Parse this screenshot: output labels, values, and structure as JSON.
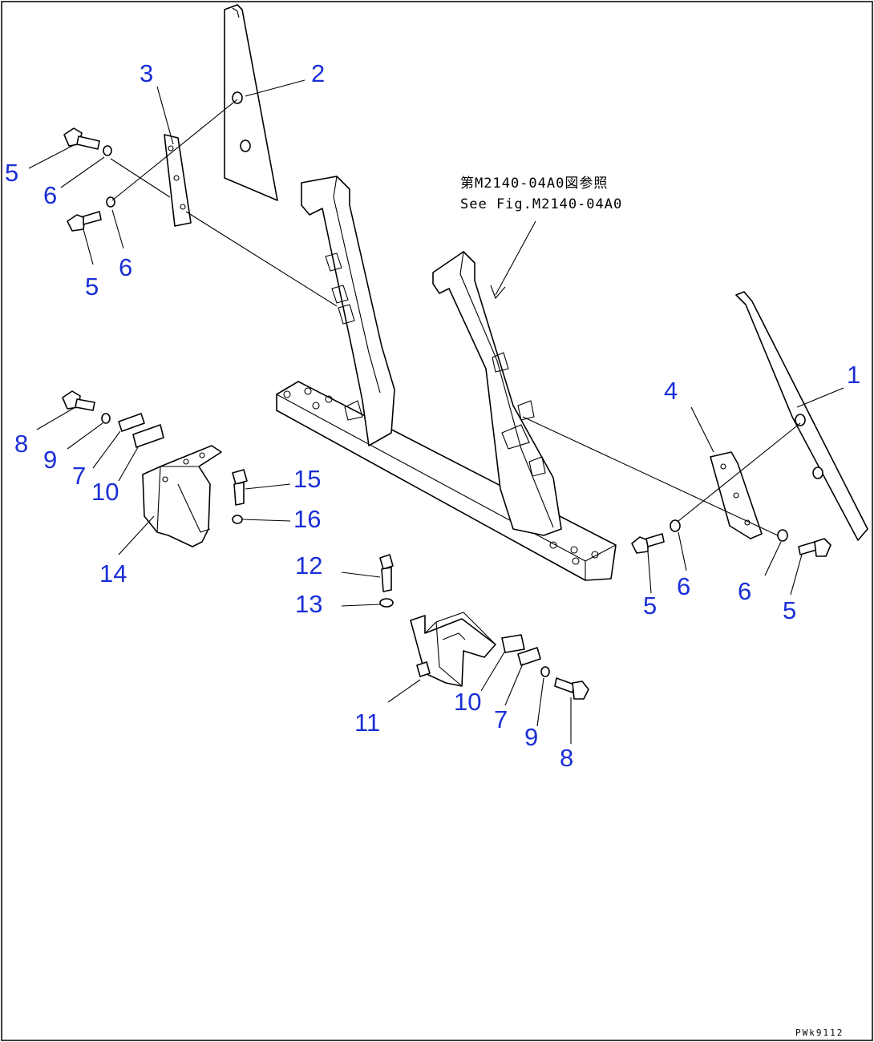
{
  "reference_note": {
    "line1": "第M2140-04A0図参照",
    "line2": "See Fig.M2140-04A0"
  },
  "drawing_code": "PWk9112",
  "callouts": {
    "c1": "1",
    "c2": "2",
    "c3": "3",
    "c4": "4",
    "c5a": "5",
    "c5b": "5",
    "c5c": "5",
    "c5d": "5",
    "c6a": "6",
    "c6b": "6",
    "c6c": "6",
    "c6d": "6",
    "c7a": "7",
    "c7b": "7",
    "c8a": "8",
    "c8b": "8",
    "c9a": "9",
    "c9b": "9",
    "c10a": "10",
    "c10b": "10",
    "c11": "11",
    "c12": "12",
    "c13": "13",
    "c14": "14",
    "c15": "15",
    "c16": "16"
  },
  "colors": {
    "callout": "#1a2fd6",
    "line": "#000000",
    "background": "#ffffff"
  }
}
